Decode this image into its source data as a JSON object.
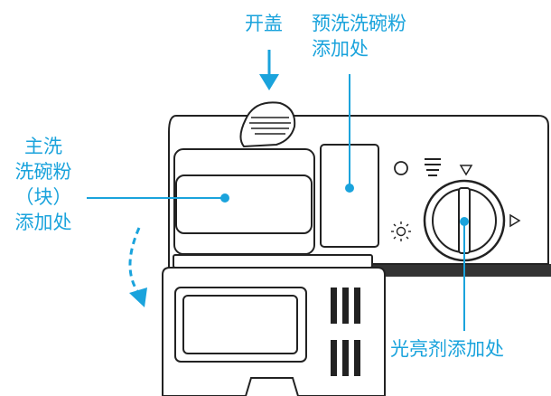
{
  "colors": {
    "accent": "#1aa3dc",
    "outline": "#222222",
    "body_fill": "#ffffff",
    "shadow_fill": "#333333"
  },
  "labels": {
    "open_lid": "开盖",
    "prewash_line1": "预洗洗碗粉",
    "prewash_line2": "添加处",
    "main_line1": "主洗",
    "main_line2": "洗碗粉",
    "main_line3": "（块）",
    "main_line4": "添加处",
    "rinse_aid": "光亮剂添加处"
  },
  "icons": {
    "arrow_down": "arrow-down-icon",
    "rotate_arrow": "rotate-arrow-icon",
    "sun_symbol": "sun-icon",
    "circle_symbol": "circle-icon",
    "bars_symbol": "bars-icon",
    "triangle_down": "triangle-down-icon",
    "triangle_left": "triangle-left-icon"
  }
}
